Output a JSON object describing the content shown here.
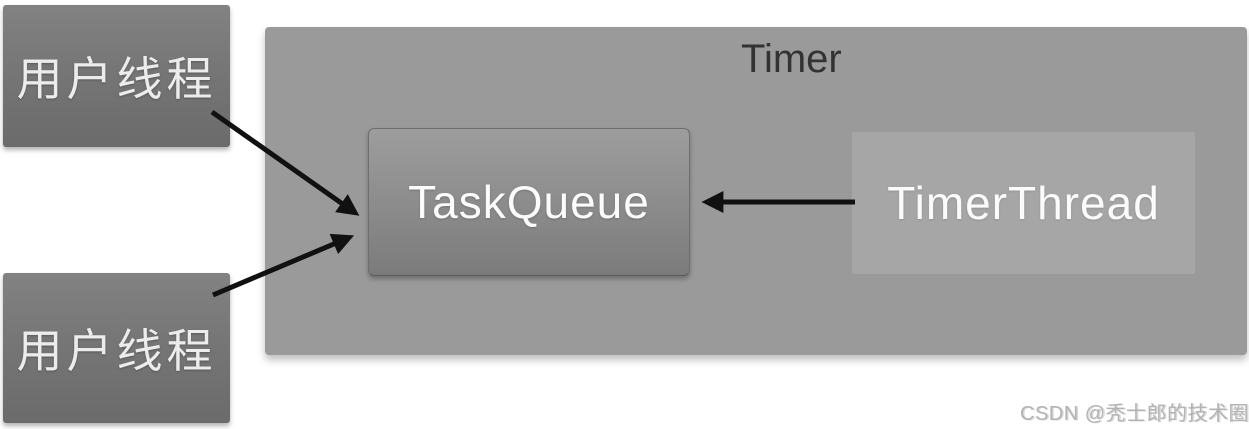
{
  "diagram": {
    "title": "Timer",
    "nodes": {
      "user_thread_1": {
        "label": "用户线程"
      },
      "user_thread_2": {
        "label": "用户线程"
      },
      "task_queue": {
        "label": "TaskQueue"
      },
      "timer_thread": {
        "label": "TimerThread"
      }
    },
    "edges": [
      {
        "from": "user_thread_1",
        "to": "task_queue"
      },
      {
        "from": "user_thread_2",
        "to": "task_queue"
      },
      {
        "from": "timer_thread",
        "to": "task_queue"
      }
    ],
    "colors": {
      "background": "#ffffff",
      "container_fill": "#9a9a9a",
      "user_box_fill": "#747474",
      "task_queue_fill_top": "#9d9d9d",
      "task_queue_fill_bottom": "#7b7b7b",
      "timer_thread_fill": "#a6a6a6",
      "arrow": "#111111",
      "title_text": "#333333",
      "node_text": "#fbfbfb",
      "watermark_text": "#b3b3b3"
    }
  },
  "watermark": {
    "text": "CSDN @秃士郎的技术圈"
  }
}
